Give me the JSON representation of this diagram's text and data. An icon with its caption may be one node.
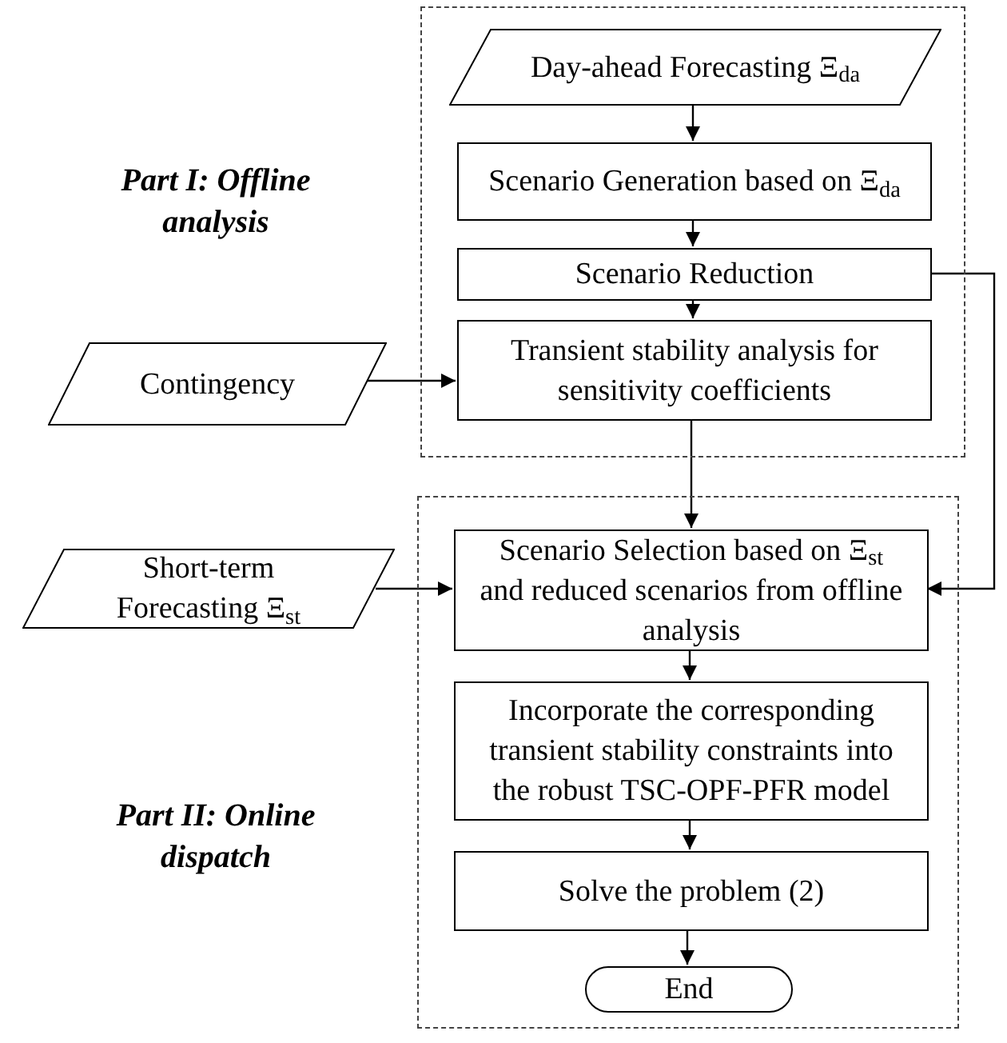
{
  "diagram": {
    "nodes": [
      {
        "text": [],
        "shape": "box"
      },
      {
        "text": [
          "Day-ahead Forecasting Ξ$_{da}$"
        ],
        "in": 0
      },
      {
        "text": [
          "Scenario Generation based on Ξ$_{da}$"
        ],
        "in": 0
      },
      {
        "text": [
          "Scenario Reduction"
        ],
        "in": 0
      },
      {
        "text": [
          "Transient stability analysis for sensitivity coefficients"
        ],
        "in": 0
      },
      {
        "text": [
          "Contingency"
        ]
      },
      {
        "text": [],
        "shape": "box"
      },
      {
        "text": [
          "Scenario Selection based on Ξ$_{st}$ and reduced scenarios from offline analysis"
        ],
        "in": 6
      },
      {
        "text": [
          "Incorporate the corresponding transient stability constraints into the robust TSC-OPF-PFR model"
        ],
        "in": 6
      },
      {
        "text": [
          "Solve the problem (2)"
        ],
        "in": 6
      },
      {
        "text": [
          "End"
        ],
        "in": 6
      },
      {
        "text": [
          "Short-term Forecasting Ξ$_{st}$"
        ]
      }
    ],
    "edges": [
      {
        "from": 1,
        "to": 2,
        "arrow": "to"
      },
      {
        "from": 2,
        "to": 3,
        "arrow": "to"
      },
      {
        "from": 3,
        "to": 4,
        "arrow": "to"
      },
      {
        "from": 5,
        "to": 4,
        "arrow": "to"
      },
      {
        "from": 4,
        "to": 7,
        "arrow": "to"
      },
      {
        "from": 3,
        "to": 7,
        "arrow": "to"
      },
      {
        "from": 11,
        "to": 7,
        "arrow": "to"
      },
      {
        "from": 7,
        "to": 8,
        "arrow": "to"
      },
      {
        "from": 8,
        "to": 9,
        "arrow": "to"
      },
      {
        "from": 9,
        "to": 10,
        "arrow": "to"
      }
    ],
    "labels": [
      "Part I:  Offline analysis",
      "Part II: Online dispatch"
    ]
  }
}
